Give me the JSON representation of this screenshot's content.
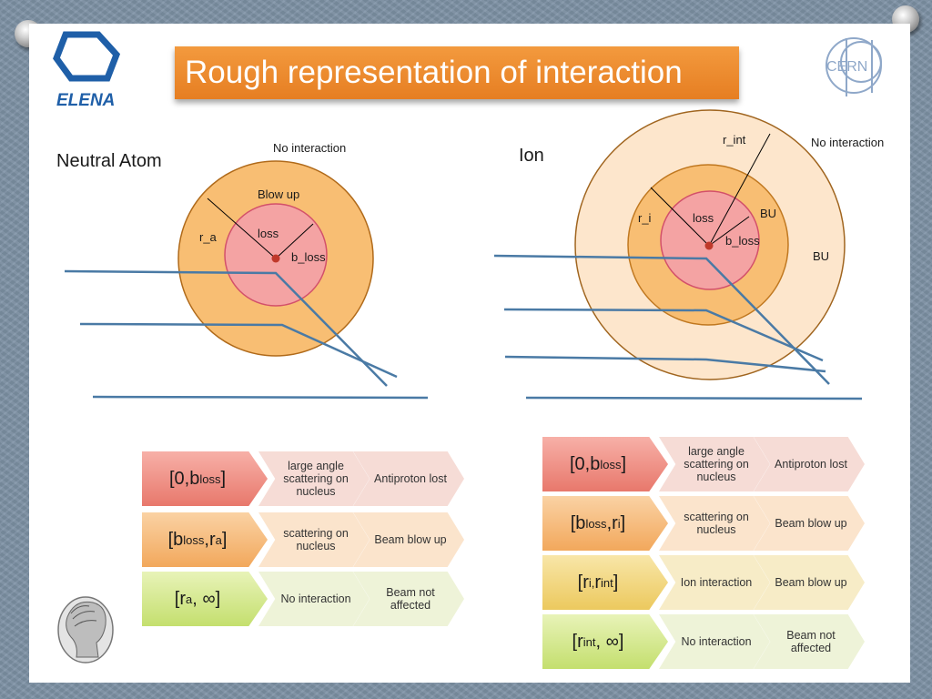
{
  "title": "Rough representation of interaction",
  "logos": {
    "left": "ELENA",
    "right": "CERN"
  },
  "neutral": {
    "label": "Neutral Atom",
    "no_interaction": "No interaction",
    "blow_up": "Blow up",
    "loss": "loss",
    "r_a": "r_a",
    "b_loss": "b_loss"
  },
  "ion": {
    "label": "Ion",
    "no_interaction": "No interaction",
    "r_int": "r_int",
    "r_i": "r_i",
    "loss": "loss",
    "bu_inner": "BU",
    "b_loss": "b_loss",
    "bu_outer": "BU"
  },
  "left_table": [
    {
      "range": "[0,b",
      "sub": "loss",
      "tail": "]",
      "effect": "large angle scattering on nucleus",
      "result": "Antiproton lost"
    },
    {
      "range": "[b",
      "sub": "loss",
      "tail": ",r",
      "sub2": "a",
      "tail2": "]",
      "effect": "scattering on nucleus",
      "result": "Beam blow up"
    },
    {
      "range": "[r",
      "sub": "a",
      "tail": ", ∞]",
      "effect": "No interaction",
      "result": "Beam not affected"
    }
  ],
  "right_table": [
    {
      "range": "[0,b",
      "sub": "loss",
      "tail": "]",
      "effect": "large angle scattering on nucleus",
      "result": "Antiproton lost"
    },
    {
      "range": "[b",
      "sub": "loss",
      "tail": ",r",
      "sub2": "i",
      "tail2": "]",
      "effect": "scattering on nucleus",
      "result": "Beam blow up"
    },
    {
      "range": "[r",
      "sub": "i, ",
      "tail": "r",
      "sub2": "int",
      "tail2": "]",
      "effect": "Ion interaction",
      "result": "Beam blow up"
    },
    {
      "range": "[r",
      "sub": "int",
      "tail": ", ∞]",
      "effect": "No interaction",
      "result": "Beam not affected"
    }
  ],
  "colors": {
    "title_bg": "#e67e22",
    "outer_circle": "#f8be73",
    "inner_circle": "#f4a3a3",
    "halo": "#fde6cc",
    "trajectory": "#4a7aa5"
  }
}
